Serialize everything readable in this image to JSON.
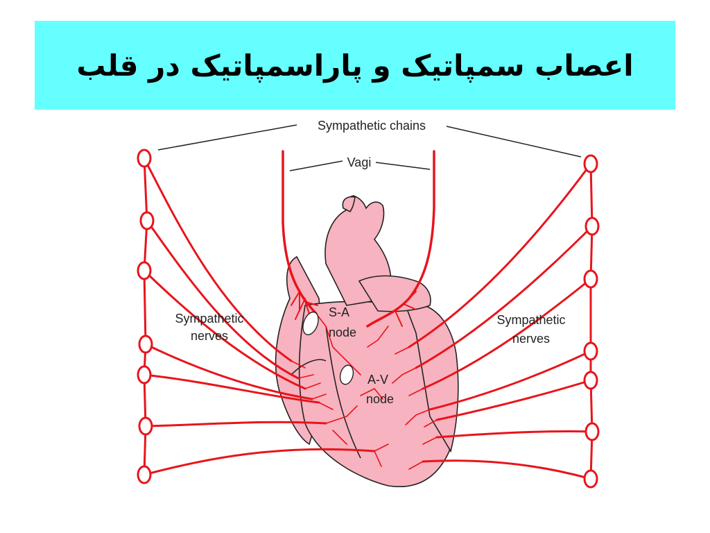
{
  "slide": {
    "title": "اعصاب سمپاتیک و پاراسمپاتیک در قلب"
  },
  "diagram": {
    "labels": {
      "sympathetic_chains": "Sympathetic chains",
      "vagi": "Vagi",
      "sa_node_line1": "S-A",
      "sa_node_line2": "node",
      "av_node_line1": "A-V",
      "av_node_line2": "node",
      "left_nerves_line1": "Sympathetic",
      "left_nerves_line2": "nerves",
      "right_nerves_line1": "Sympathetic",
      "right_nerves_line2": "nerves"
    },
    "colors": {
      "nerve": "#e8141c",
      "heart_fill": "#f7b3bf",
      "heart_outline": "#222222",
      "node_fill": "#ffffff",
      "banner": "#66ffff"
    }
  }
}
